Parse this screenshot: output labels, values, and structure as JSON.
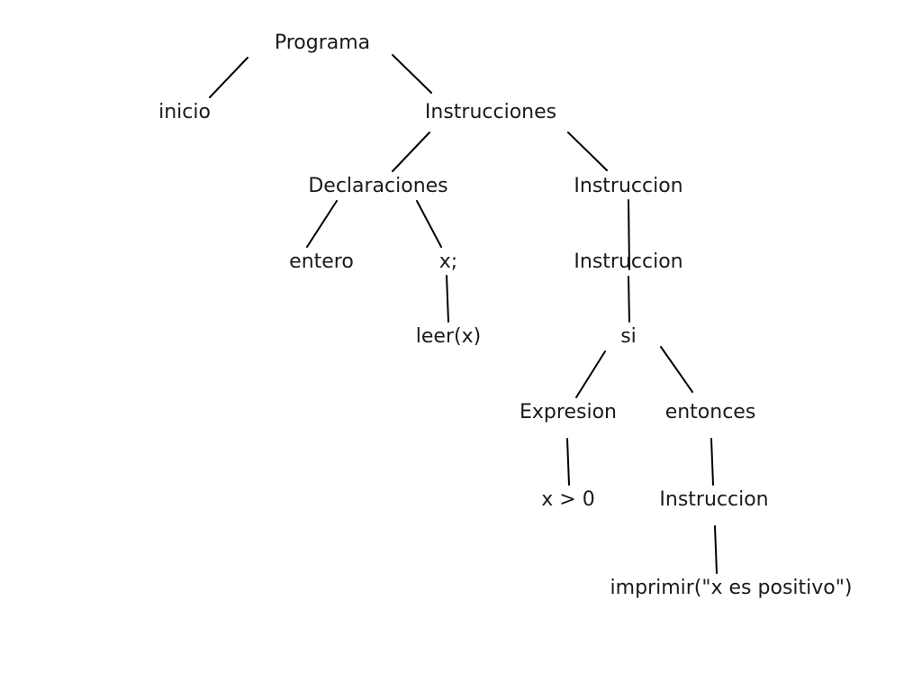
{
  "tree": {
    "nodes": {
      "programa": "Programa",
      "inicio": "inicio",
      "instrucciones": "Instrucciones",
      "declaraciones": "Declaraciones",
      "instruccion_1": "Instruccion",
      "entero": "entero",
      "x_semicolon": "x;",
      "instruccion_2": "Instruccion",
      "leer": "leer(x)",
      "si": "si",
      "expresion": "Expresion",
      "entonces": "entonces",
      "cond": "x > 0",
      "instruccion_3": "Instruccion",
      "imprimir": "imprimir(\"x es positivo\")"
    },
    "edges": [
      [
        "programa",
        "inicio"
      ],
      [
        "programa",
        "instrucciones"
      ],
      [
        "instrucciones",
        "declaraciones"
      ],
      [
        "instrucciones",
        "instruccion_1"
      ],
      [
        "declaraciones",
        "entero"
      ],
      [
        "declaraciones",
        "x_semicolon"
      ],
      [
        "instruccion_1",
        "instruccion_2"
      ],
      [
        "x_semicolon",
        "leer"
      ],
      [
        "instruccion_2",
        "si"
      ],
      [
        "si",
        "expresion"
      ],
      [
        "si",
        "entonces"
      ],
      [
        "expresion",
        "cond"
      ],
      [
        "entonces",
        "instruccion_3"
      ],
      [
        "instruccion_3",
        "imprimir"
      ]
    ]
  }
}
